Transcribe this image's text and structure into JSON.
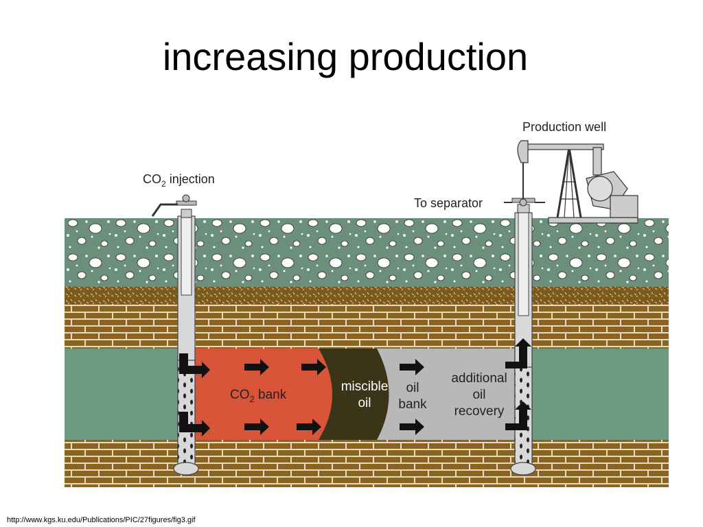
{
  "slide": {
    "title": "increasing production",
    "source_url": "http://www.kgs.ku.edu/Publications/PIC/27figures/fig3.gif"
  },
  "diagram": {
    "labels": {
      "production_well": "Production well",
      "co2_injection_prefix": "CO",
      "co2_injection_sub": "2",
      "co2_injection_suffix": " injection",
      "to_separator": "To separator",
      "co2_bank_prefix": "CO",
      "co2_bank_sub": "2",
      "co2_bank_suffix": " bank",
      "miscible_line1": "miscible",
      "miscible_line2": "oil",
      "oil_bank_line1": "oil",
      "oil_bank_line2": "bank",
      "additional_line1": "additional",
      "additional_line2": "oil",
      "additional_line3": "recovery"
    },
    "colors": {
      "gravel": "#6b8f7a",
      "soil": "#7a5a1e",
      "brick": "#8a6420",
      "reservoir": "#6e9a82",
      "co2_bank": "#d8553a",
      "miscible_oil": "#3a3418",
      "oil_bank": "#b8b8b8",
      "well": "#d8d8d8"
    }
  }
}
